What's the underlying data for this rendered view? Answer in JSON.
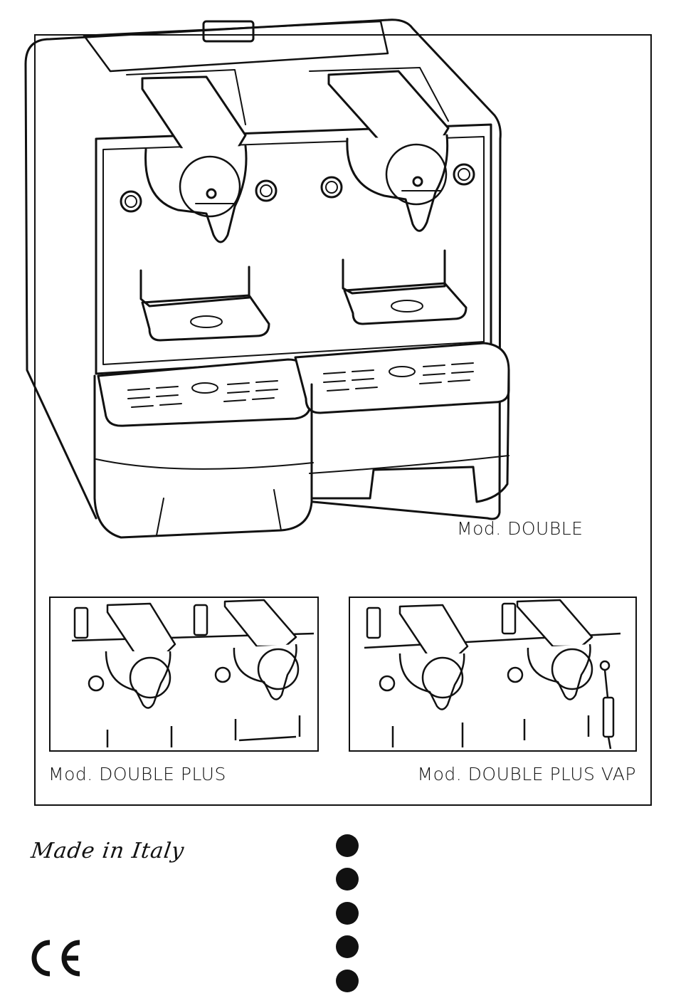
{
  "models": {
    "main": "Mod. DOUBLE",
    "plus": "Mod. DOUBLE PLUS",
    "vap": "Mod. DOUBLE PLUS VAP"
  },
  "made_in": "Made in Italy",
  "ce_mark": "CE",
  "language_bullets": [
    {
      "icon": "filled-circle-icon"
    },
    {
      "icon": "filled-circle-icon"
    },
    {
      "icon": "filled-circle-icon"
    },
    {
      "icon": "filled-circle-icon"
    },
    {
      "icon": "filled-circle-icon"
    }
  ],
  "colors": {
    "ink": "#111111",
    "paper": "#ffffff"
  }
}
